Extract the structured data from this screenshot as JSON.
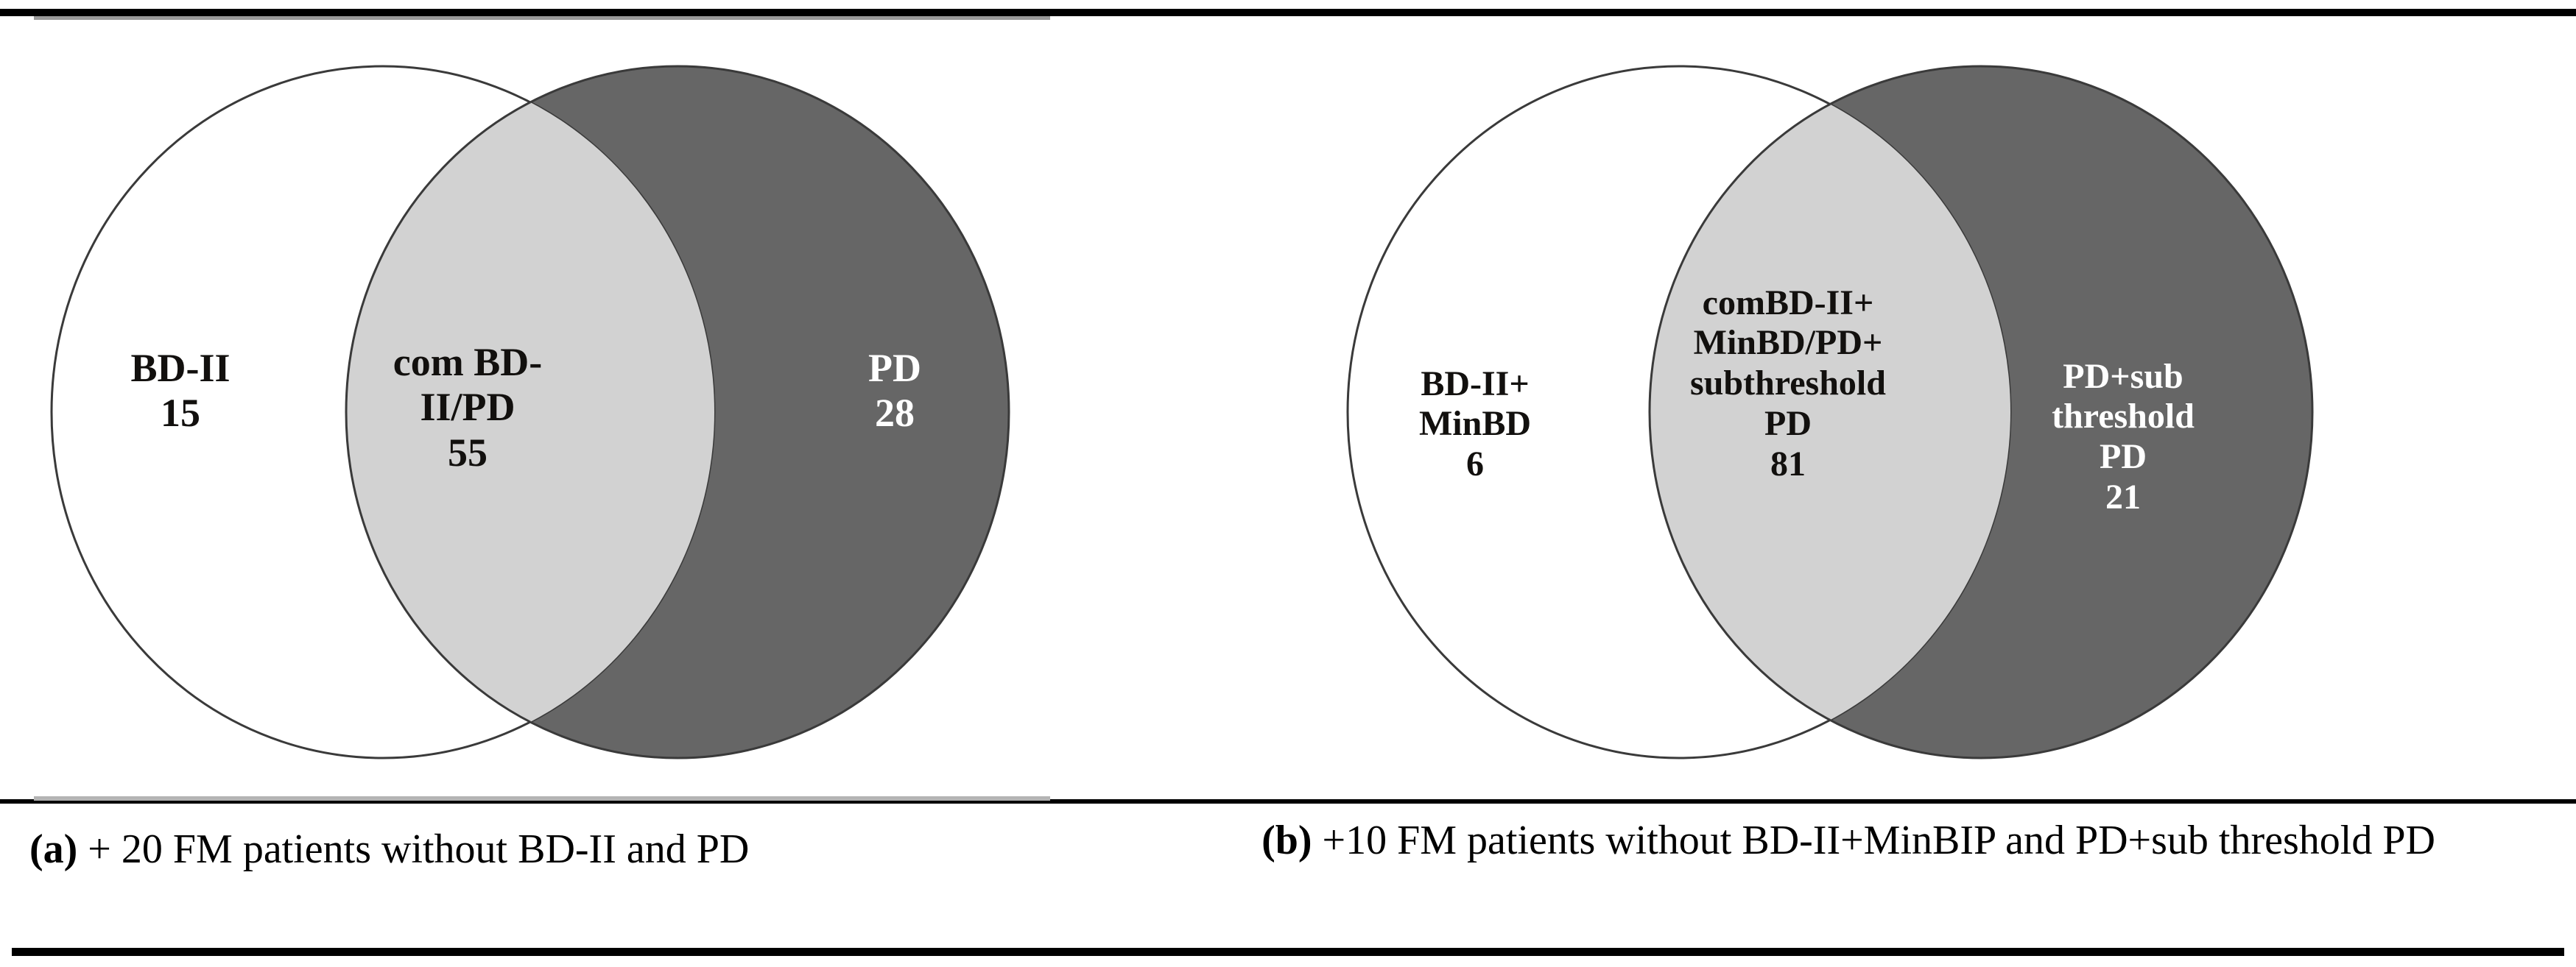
{
  "figure": {
    "type": "venn-diagram-pair",
    "panels": [
      {
        "id": "a",
        "caption_marker": "(a)",
        "caption_text": " + 20 FM patients without BD-II and PD",
        "regions": {
          "left": {
            "label": "BD-II",
            "count": "15",
            "fill": "#ffffff",
            "text_color": "#12100e"
          },
          "overlap": {
            "label": "com BD-\nII/PD",
            "count": "55",
            "fill": "#d2d2d2",
            "text_color": "#12100e"
          },
          "right": {
            "label": "PD",
            "count": "28",
            "fill": "#666666",
            "text_color": "#ffffff"
          }
        }
      },
      {
        "id": "b",
        "caption_marker": "(b)",
        "caption_text": " +10 FM patients without BD-II+MinBIP and PD+sub threshold PD",
        "regions": {
          "left": {
            "label": "BD-II+\nMinBD",
            "count": "6",
            "fill": "#ffffff",
            "text_color": "#12100e"
          },
          "overlap": {
            "label": "comBD-II+\nMinBD/PD+\nsubthreshold\nPD",
            "count": "81",
            "fill": "#d2d2d2",
            "text_color": "#12100e"
          },
          "right": {
            "label": "PD+sub\nthreshold\nPD",
            "count": "21",
            "fill": "#666666",
            "text_color": "#ffffff"
          }
        }
      }
    ]
  },
  "chart_data": {
    "type": "venn",
    "title": "",
    "panels": [
      {
        "name": "(a)",
        "sets": [
          "BD-II",
          "PD"
        ],
        "values": {
          "BD-II only": 15,
          "com BD-II/PD": 55,
          "PD only": 28
        },
        "note": "+ 20 FM patients without BD-II and PD"
      },
      {
        "name": "(b)",
        "sets": [
          "BD-II+MinBD",
          "PD+subthreshold PD"
        ],
        "values": {
          "BD-II+MinBD only": 6,
          "comBD-II+MinBD/PD+subthreshold PD": 81,
          "PD+subthreshold PD only": 21
        },
        "note": "+10 FM patients without BD-II+MinBIP and PD+sub threshold PD"
      }
    ],
    "colors": {
      "left_fill": "#ffffff",
      "overlap_fill": "#d2d2d2",
      "right_fill": "#666666",
      "stroke": "#3a3a3a"
    }
  }
}
